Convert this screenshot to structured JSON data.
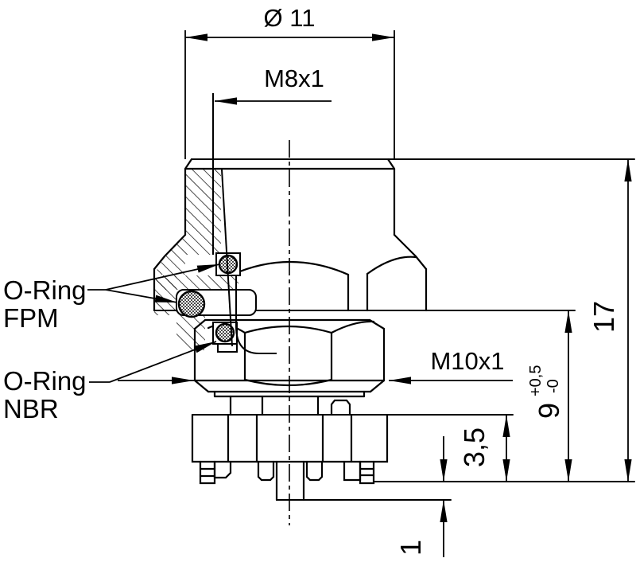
{
  "drawing": {
    "dimensions": {
      "diameter_top": "Ø 11",
      "thread_top": "M8x1",
      "thread_bottom": "M10x1",
      "overall_height": "17",
      "nut_height_value": "9",
      "nut_height_tol_plus": "+0,5",
      "nut_height_tol_minus": "-0",
      "flange_height": "3,5",
      "pin_protrusion": "1"
    },
    "callouts": {
      "oring_fpm_line1": "O-Ring",
      "oring_fpm_line2": "FPM",
      "oring_nbr_line1": "O-Ring",
      "oring_nbr_line2": "NBR"
    },
    "colors": {
      "line": "#000000",
      "background": "#ffffff"
    }
  }
}
